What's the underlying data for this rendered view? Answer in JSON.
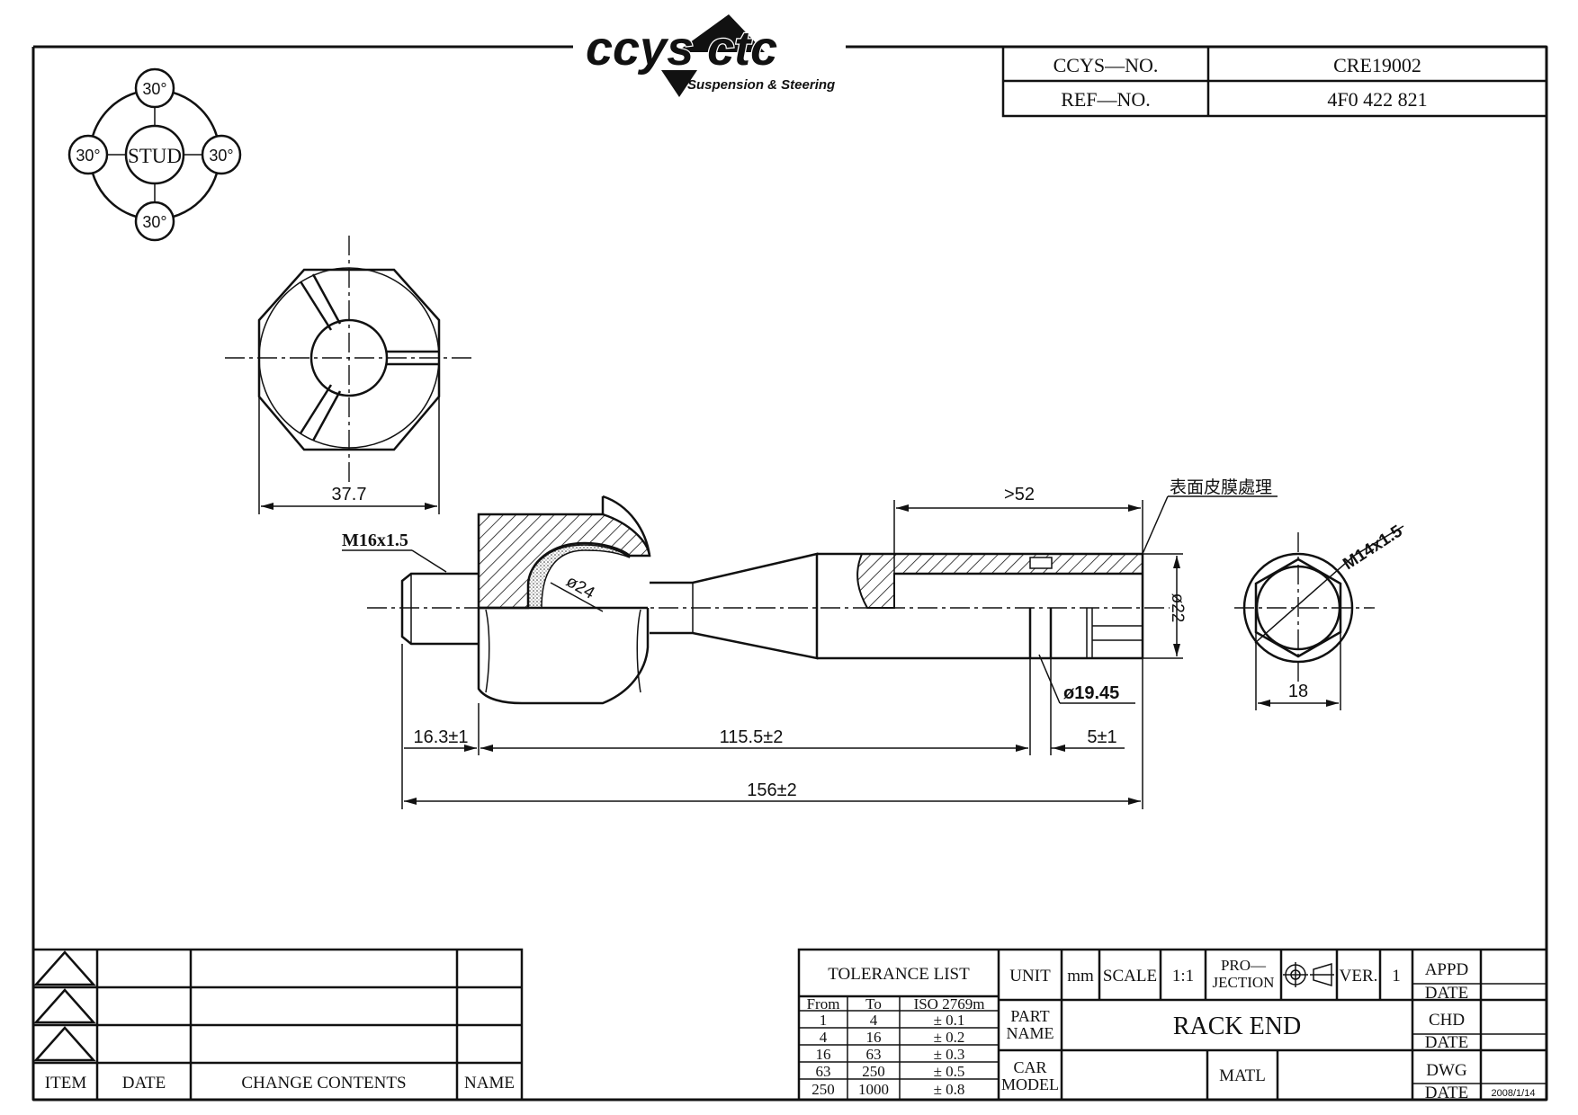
{
  "logo": {
    "brand": "ccys ctc",
    "tagline": "Suspension & Steering"
  },
  "title_block_top": {
    "ccys_no_label": "CCYS—NO.",
    "ccys_no_value": "CRE19002",
    "ref_no_label": "REF—NO.",
    "ref_no_value": "4F0  422  821"
  },
  "stud_diagram": {
    "center_label": "STUD",
    "top": "30°",
    "left": "30°",
    "right": "30°",
    "bottom": "30°"
  },
  "dimensions": {
    "hex_width": "37.7",
    "thread_main": "M16x1.5",
    "ball_dia": "ø24",
    "length_gt": ">52",
    "surface_note": "表面皮膜處理",
    "dia22": "ø22",
    "dia1945": "ø19.45",
    "thread_end": "M14x1.5",
    "hex_end": "18",
    "len_16": "16.3±1",
    "len_115": "115.5±2",
    "len_5": "5±1",
    "len_156": "156±2"
  },
  "revision_table": {
    "headers": [
      "ITEM",
      "DATE",
      "CHANGE CONTENTS",
      "NAME"
    ]
  },
  "tolerance": {
    "title": "TOLERANCE  LIST",
    "headers": [
      "From",
      "To",
      "ISO  2769m"
    ],
    "rows": [
      [
        "1",
        "4",
        "±  0.1"
      ],
      [
        "4",
        "16",
        "±  0.2"
      ],
      [
        "16",
        "63",
        "±  0.3"
      ],
      [
        "63",
        "250",
        "±  0.5"
      ],
      [
        "250",
        "1000",
        "±  0.8"
      ]
    ]
  },
  "title_block": {
    "unit_label": "UNIT",
    "unit_value": "mm",
    "scale_label": "SCALE",
    "scale_value": "1:1",
    "projection_label_1": "PRO—",
    "projection_label_2": "JECTION",
    "ver_label": "VER.",
    "ver_value": "1",
    "appd": "APPD",
    "date": "DATE",
    "chd": "CHD",
    "dwg": "DWG",
    "dwg_date_value": "2008/1/14",
    "part_name_1": "PART",
    "part_name_2": "NAME",
    "part_name_value": "RACK  END",
    "car_model_1": "CAR",
    "car_model_2": "MODEL",
    "matl": "MATL"
  }
}
